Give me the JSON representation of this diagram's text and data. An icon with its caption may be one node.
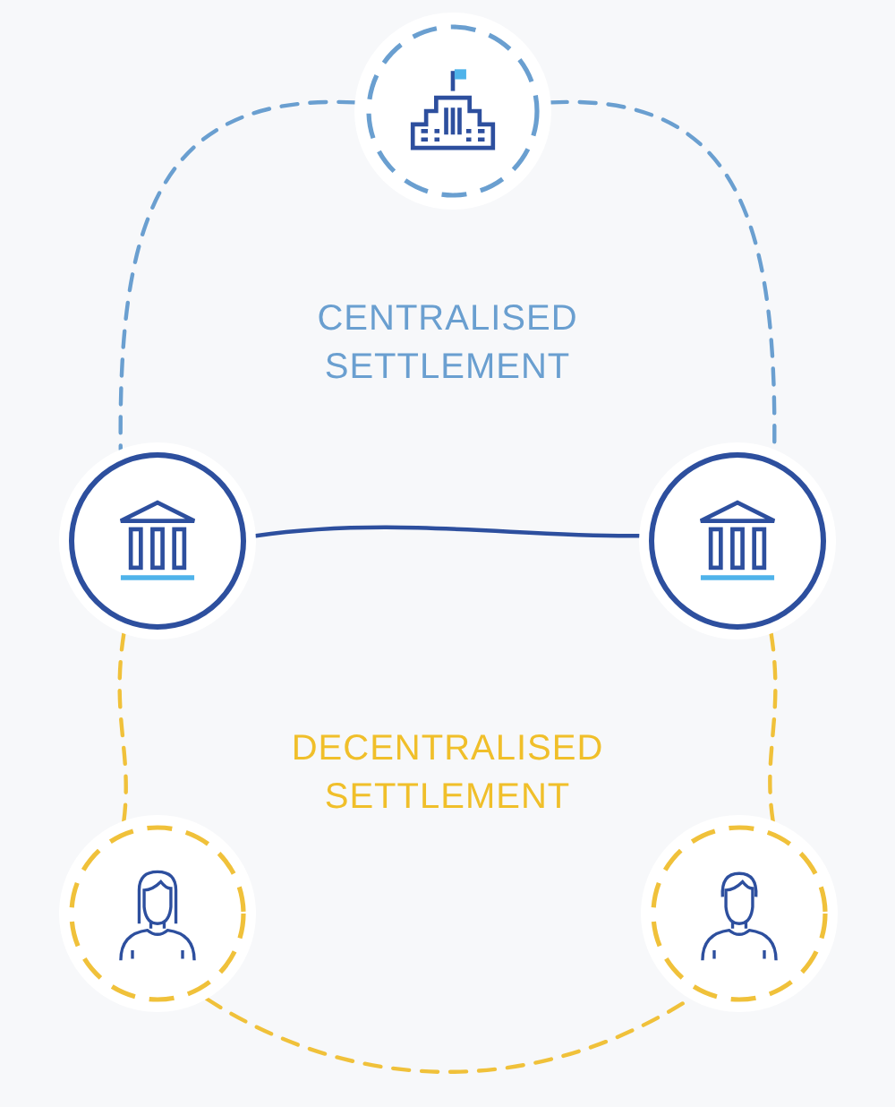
{
  "diagram": {
    "nodes": [
      {
        "text": [],
        "shape": "circle"
      },
      {
        "text": [],
        "shape": "circle"
      },
      {
        "text": [],
        "shape": "circle"
      },
      {
        "text": [],
        "shape": "circle"
      },
      {
        "text": [],
        "shape": "circle"
      }
    ],
    "edges": [
      {
        "from": 0,
        "to": 1,
        "arrow": "none",
        "style": "dashed",
        "color": "#6a9fd0"
      },
      {
        "from": 0,
        "to": 2,
        "arrow": "none",
        "style": "dashed",
        "color": "#6a9fd0"
      },
      {
        "from": 1,
        "to": 2,
        "arrow": "none",
        "color": "#2d4f9e"
      },
      {
        "from": 1,
        "to": 3,
        "arrow": "none",
        "style": "dashed"
      },
      {
        "from": 2,
        "to": 4,
        "arrow": "none",
        "style": "dashed"
      },
      {
        "from": 3,
        "to": 4,
        "arrow": "none",
        "style": "dashed"
      }
    ],
    "labels": [
      "CENTRALISED SETTLEMENT",
      "DECENTRALISED SETTLEMENT"
    ]
  }
}
